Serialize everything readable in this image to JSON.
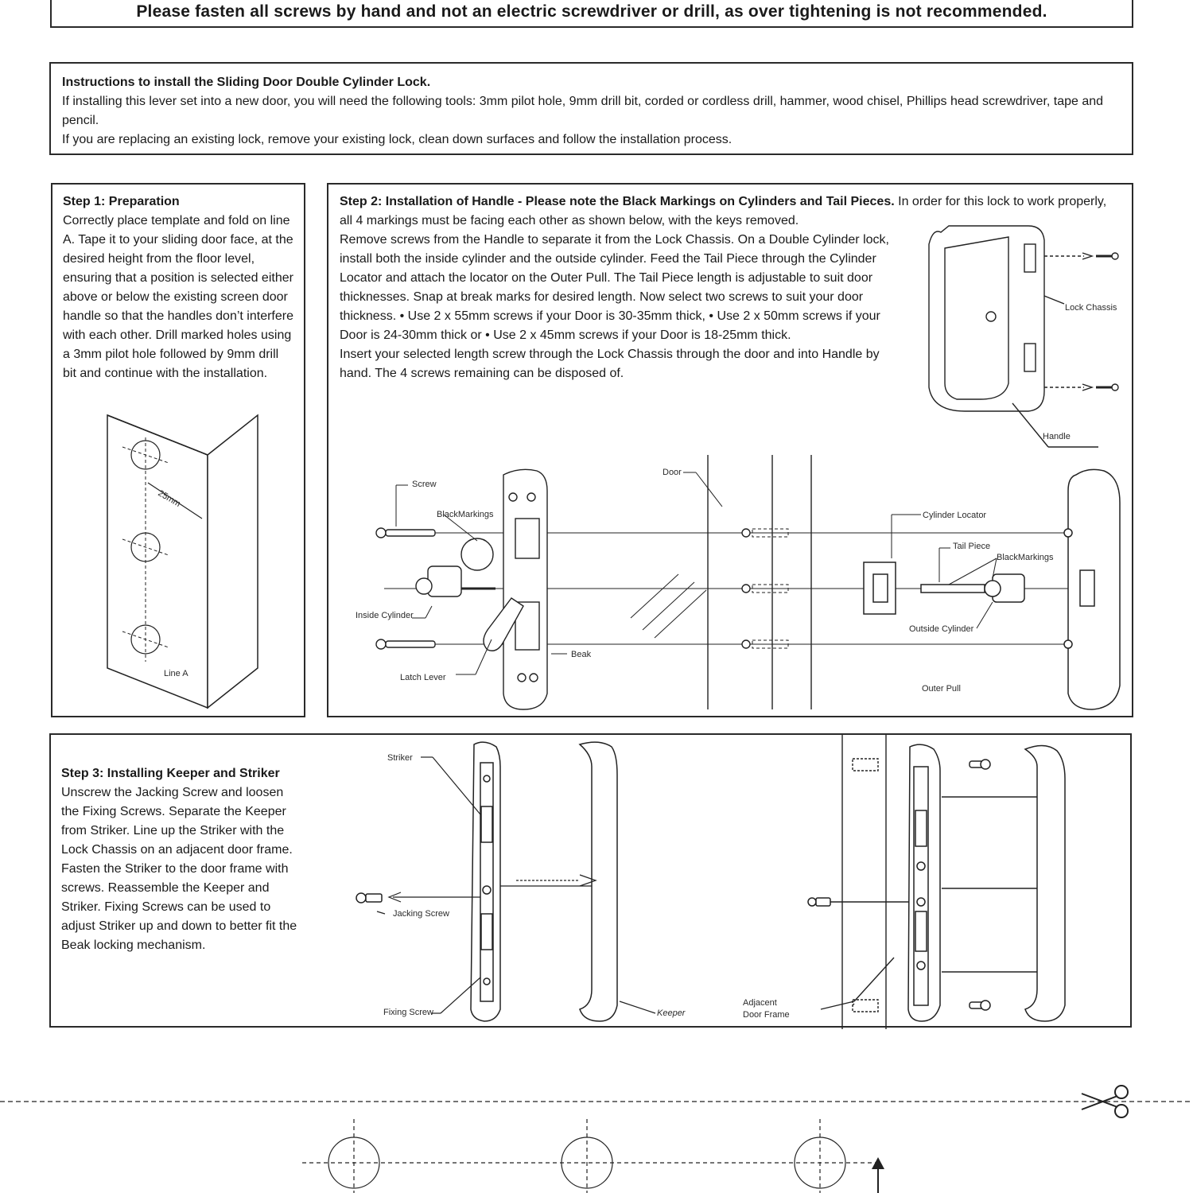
{
  "warning": "Please fasten all screws by hand and not an electric screwdriver or drill, as over tightening is not recommended.",
  "intro": {
    "title": "Instructions to install the Sliding Door Double Cylinder Lock.",
    "line1": "If installing this lever set into a new door, you will need the following tools: 3mm pilot hole, 9mm drill bit, corded or cordless drill, hammer, wood chisel, Phillips head screwdriver, tape and pencil.",
    "line2": "If you are replacing an existing lock, remove your existing lock, clean down surfaces and follow the installation process."
  },
  "step1": {
    "heading": "Step 1: Preparation",
    "body": "Correctly place template and fold on line A. Tape it to your sliding door face, at the desired height from the floor level, ensuring that a position is selected either above or below the existing screen door handle so that the handles don’t interfere with each other. Drill marked holes using a 3mm pilot hole followed by 9mm drill bit and continue with the installation.",
    "labels": {
      "distance": "25mm",
      "line": "Line A"
    }
  },
  "step2": {
    "heading": "Step 2: Installation of Handle - Please note the Black Markings on Cylinders and Tail Pieces.",
    "heading_rest": "In order for this lock to work properly, all 4 markings must be facing each other as shown below, with the keys removed.",
    "line_remove": "Remove screws from the Handle to separate it from the Lock Chassis. On a Double Cylinder lock,",
    "line_install": "install both the inside cylinder and the outside cylinder. Feed the Tail Piece through the Cylinder",
    "line_locator": "Locator and attach the locator on the Outer Pull. The Tail Piece length is adjustable to suit door",
    "line_snap": "thicknesses. Snap at break marks for desired length. Now select two screws to suit your door",
    "line_55": "thickness. • Use 2 x 55mm screws if your Door is 30-35mm thick, • Use 2 x 50mm screws if your",
    "line_45": "Door is 24-30mm thick or • Use 2 x 45mm screws if your Door is 18-25mm thick.",
    "line_insert": "Insert your selected length screw through the Lock Chassis through the door and into Handle by",
    "line_hand": "hand. The 4 screws remaining can be disposed of.",
    "labels": {
      "lock_chassis": "Lock Chassis",
      "handle": "Handle",
      "screw": "Screw",
      "door": "Door",
      "black_markings": "BlackMarkings",
      "inside_cylinder": "Inside Cylinder",
      "latch_lever": "Latch Lever",
      "beak": "Beak",
      "cylinder_locator": "Cylinder Locator",
      "tail_piece": "Tail Piece",
      "black_markings_2": "BlackMarkings",
      "outside_cylinder": "Outside Cylinder",
      "outer_pull": "Outer Pull"
    }
  },
  "step3": {
    "heading": "Step 3: Installing Keeper and Striker",
    "body": "Unscrew the Jacking Screw and loosen the Fixing Screws. Separate the Keeper from Striker. Line up the Striker with the Lock Chassis on an adjacent door frame. Fasten the Striker to the door frame with screws. Reassemble the Keeper and Striker. Fixing Screws can be used to adjust Striker up and down to better fit the Beak locking mechanism.",
    "labels": {
      "striker": "Striker",
      "jacking_screw": "Jacking Screw",
      "fixing_screw": "Fixing Screw",
      "keeper": "Keeper",
      "adjacent": "Adjacent",
      "door_frame": "Door Frame"
    }
  },
  "icons": {
    "cut": "scissors-icon"
  }
}
